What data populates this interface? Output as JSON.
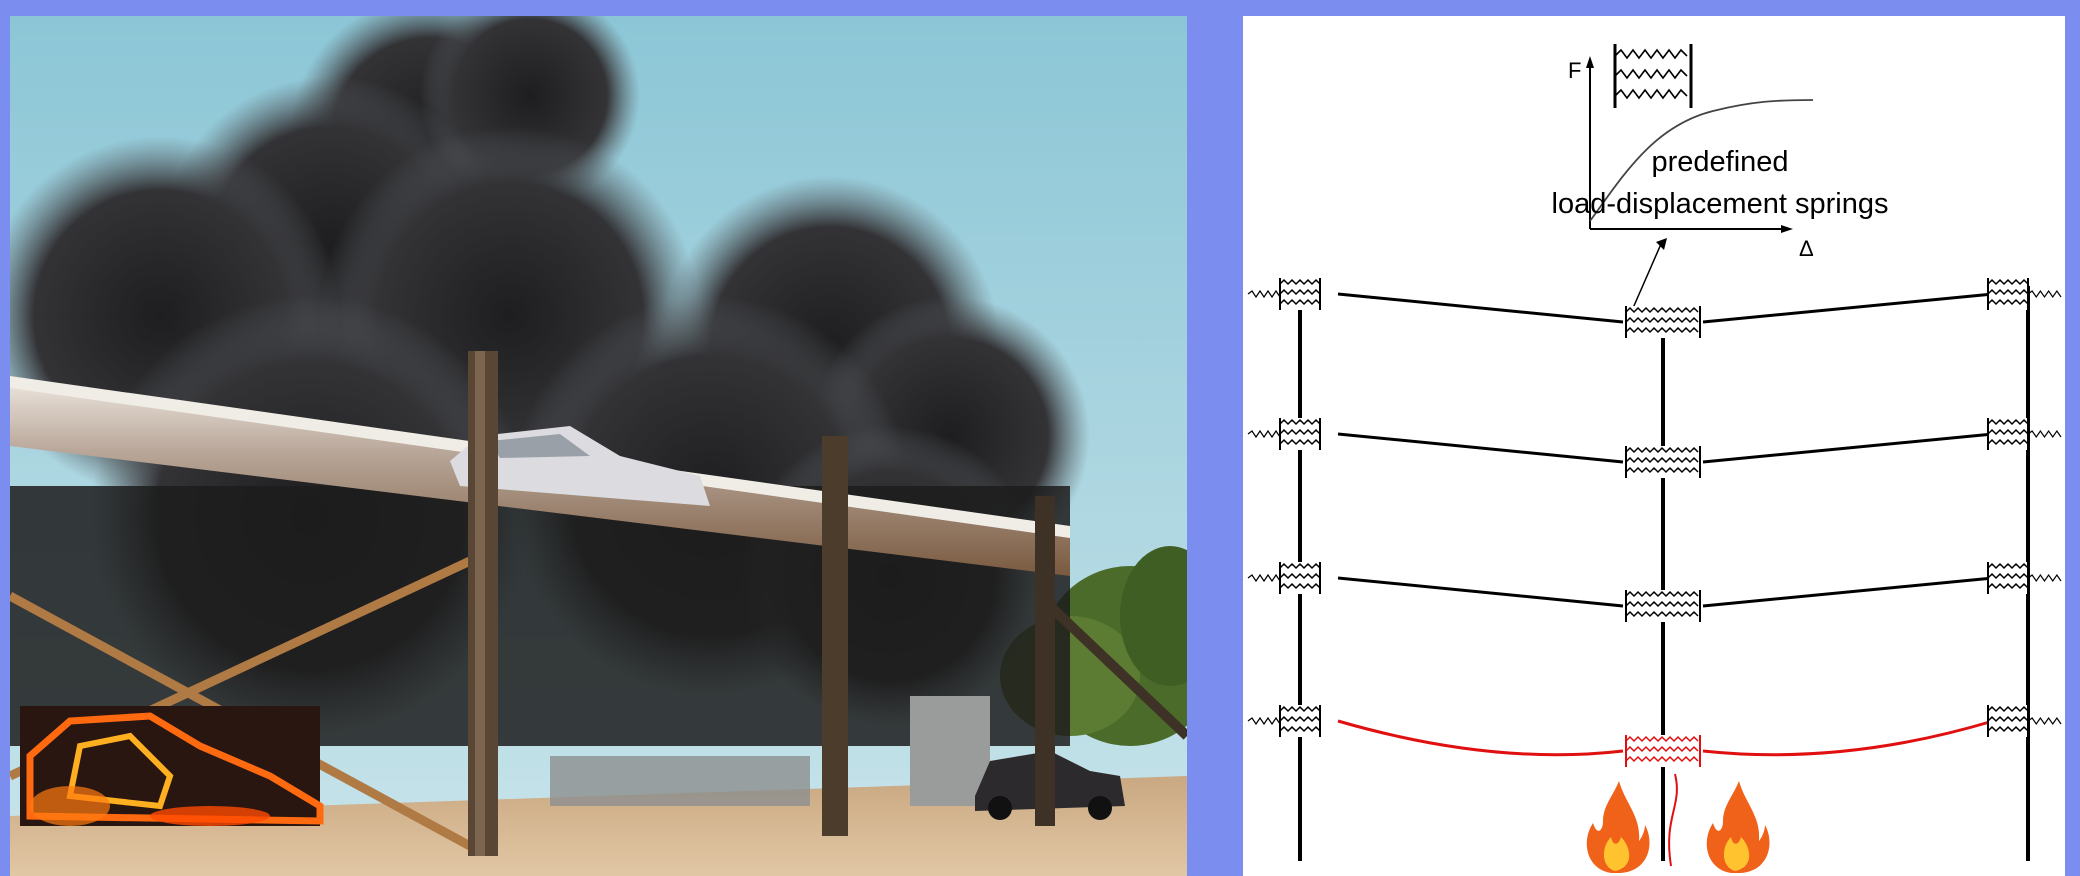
{
  "photo": {
    "subject": "fire-test-photo"
  },
  "diagram": {
    "axis_force_label": "F",
    "axis_displacement_label": "Δ",
    "caption_line1": "predefined",
    "caption_line2": "load-displacement springs",
    "colors": {
      "beam": "#000000",
      "heated_beam": "#e01010",
      "fire": "#f05a10"
    }
  }
}
